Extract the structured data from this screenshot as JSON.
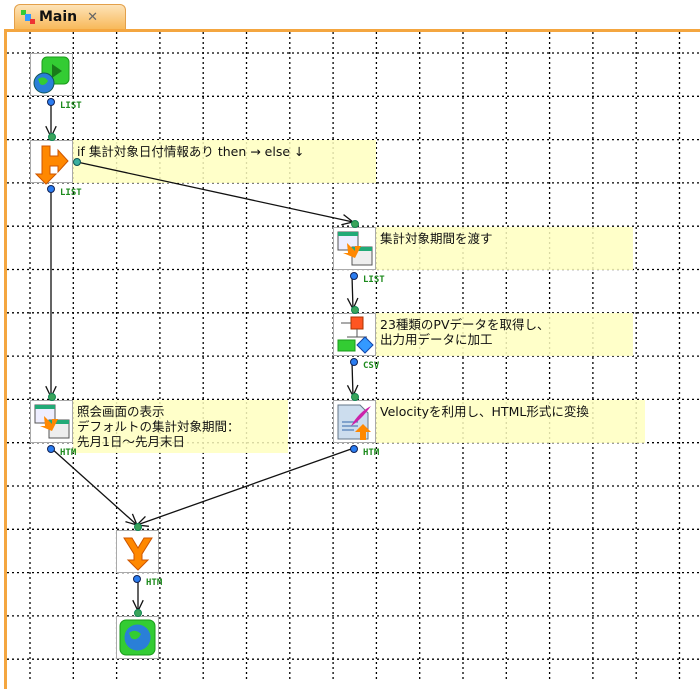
{
  "tab": {
    "title": "Main",
    "close": "✕",
    "icon": "flow-diagram-icon"
  },
  "colors": {
    "accent": "#f4a640",
    "comment_bg": "#ffffc0",
    "port_out": "#2a7cf0",
    "port_in": "#3aa45a",
    "label": "#1d8a1d"
  },
  "nodes": [
    {
      "id": "start",
      "icon": "web-start-icon",
      "out_label": "LIST"
    },
    {
      "id": "if",
      "icon": "branch-icon",
      "comment": [
        "if 集計対象日付情報あり then → else ↓"
      ],
      "out_label": "LIST"
    },
    {
      "id": "pass",
      "icon": "table-transfer-icon",
      "comment": [
        "集計対象期間を渡す"
      ],
      "out_label": "LIST"
    },
    {
      "id": "fetch",
      "icon": "data-mapping-icon",
      "comment": [
        "23種類のPVデータを取得し、",
        "出力用データに加工"
      ],
      "out_label": "CSV"
    },
    {
      "id": "velocity",
      "icon": "template-document-icon",
      "comment": [
        "Velocityを利用し、HTML形式に変換"
      ],
      "out_label": "HTM"
    },
    {
      "id": "view",
      "icon": "table-transfer-icon",
      "comment": [
        "照会画面の表示",
        "デフォルトの集計対象期間：",
        "先月1日～先月末日"
      ],
      "out_label": "HTM"
    },
    {
      "id": "merge",
      "icon": "merge-icon",
      "out_label": "HTM"
    },
    {
      "id": "end",
      "icon": "web-end-icon"
    }
  ]
}
